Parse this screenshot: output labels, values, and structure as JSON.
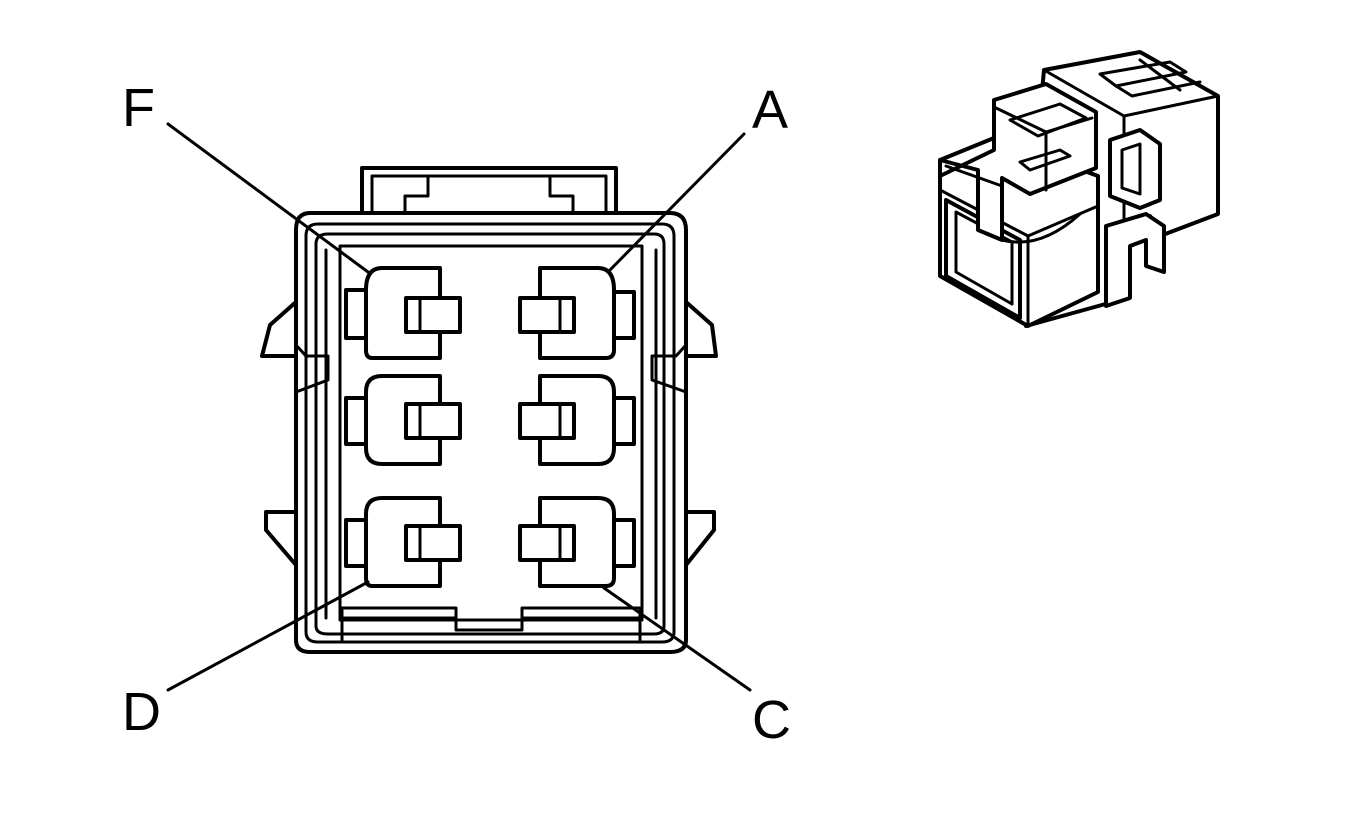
{
  "diagram": {
    "pin_labels": {
      "f": "F",
      "a": "A",
      "d": "D",
      "c": "C"
    },
    "line_color": "#000000",
    "background_color": "#ffffff"
  }
}
